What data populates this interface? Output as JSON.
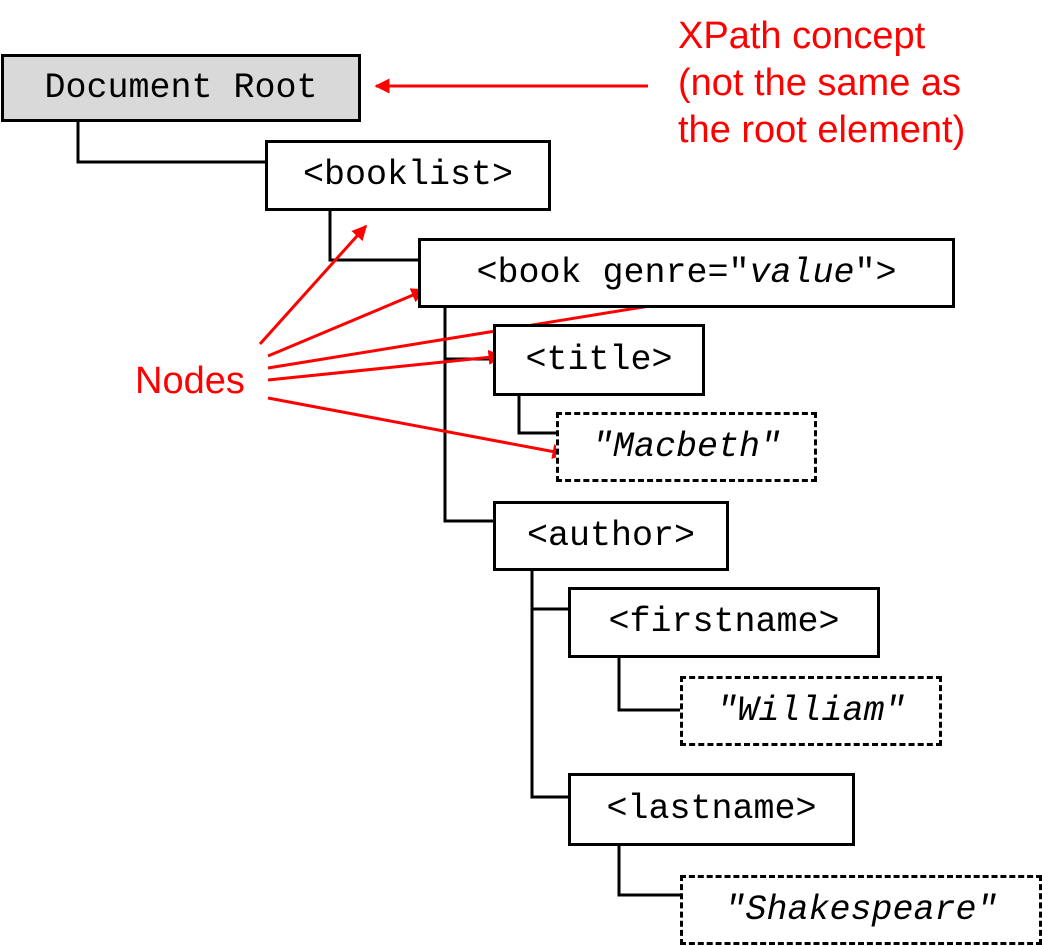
{
  "nodes": {
    "root": "Document Root",
    "booklist": "<booklist>",
    "book_open": "<book genre=\"",
    "book_value": "value",
    "book_close": "\">",
    "title": "<title>",
    "title_text": "\"Macbeth\"",
    "author": "<author>",
    "firstname": "<firstname>",
    "firstname_text": "\"William\"",
    "lastname": "<lastname>",
    "lastname_text": "\"Shakespeare\""
  },
  "annotations": {
    "xpath_line1": "XPath concept",
    "xpath_line2": "(not the same as",
    "xpath_line3": "the root element)",
    "nodes_label": "Nodes"
  },
  "colors": {
    "annotation": "#ff0000",
    "root_fill": "#d9d9d9",
    "line": "#000000"
  }
}
